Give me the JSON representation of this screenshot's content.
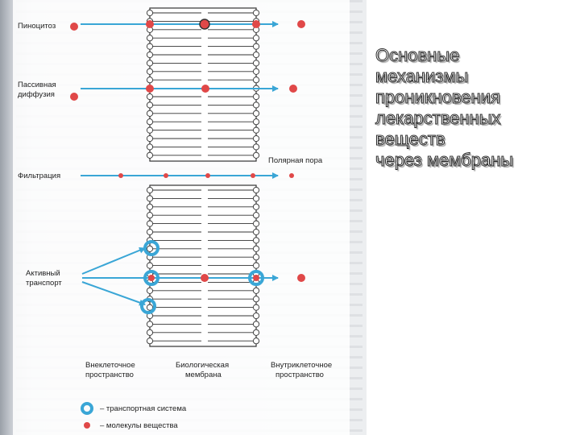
{
  "title": "Основные\nмеханизмы\nпроникновения\nлекарственных\nвеществ\nчерез мембраны",
  "labels": {
    "pinocytosis": "Пиноцитоз",
    "passive_line1": "Пассивная",
    "passive_line2": "диффузия",
    "filtration": "Фильтрация",
    "polar_pore": "Полярная пора",
    "active_line1": "Активный",
    "active_line2": "транспорт",
    "extracellular_line1": "Внеклеточное",
    "extracellular_line2": "пространство",
    "membrane_line1": "Биологическая",
    "membrane_line2": "мембрана",
    "intracellular_line1": "Внутриклеточное",
    "intracellular_line2": "пространство",
    "legend_transport": "– транспортная система",
    "legend_molecules": "– молекулы вещества"
  },
  "colors": {
    "molecule": "#e04848",
    "transport": "#3aa6d6",
    "arrow": "#3aa6d6",
    "membrane": "#333333"
  }
}
